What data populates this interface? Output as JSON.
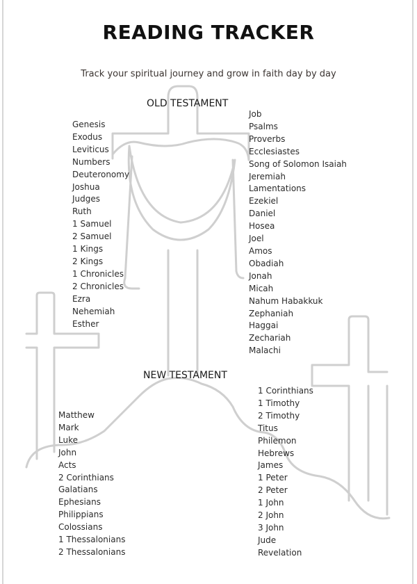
{
  "title": "READING TRACKER",
  "subtitle": "Track your spiritual journey and grow in faith day by day",
  "old_testament": {
    "heading": "OLD TESTAMENT",
    "left": [
      "Genesis",
      "Exodus",
      "Leviticus",
      "Numbers",
      "Deuteronomy",
      "Joshua",
      "Judges",
      "Ruth",
      "1 Samuel",
      "2 Samuel",
      "1 Kings",
      "2 Kings",
      "1 Chronicles",
      "2 Chronicles",
      "Ezra",
      "Nehemiah",
      "Esther"
    ],
    "right": [
      "Job",
      "Psalms",
      "Proverbs",
      "Ecclesiastes",
      "Song of Solomon Isaiah",
      "Jeremiah",
      "Lamentations",
      "Ezekiel",
      "Daniel",
      "Hosea",
      "Joel",
      "Amos",
      "Obadiah",
      "Jonah",
      "Micah",
      "Nahum Habakkuk",
      "Zephaniah",
      "Haggai",
      "Zechariah",
      "Malachi"
    ]
  },
  "new_testament": {
    "heading": "NEW TESTAMENT",
    "left": [
      "Matthew",
      "Mark",
      "Luke",
      "John",
      "Acts",
      "2 Corinthians",
      "Galatians",
      "Ephesians",
      "Philippians",
      "Colossians",
      "1 Thessalonians",
      "2 Thessalonians"
    ],
    "right": [
      "1 Corinthians",
      "1 Timothy",
      "2 Timothy",
      "Titus",
      "Philemon",
      "Hebrews",
      "James",
      "1 Peter",
      "2 Peter",
      "1 John",
      "2 John",
      "3 John",
      "Jude",
      "Revelation"
    ]
  }
}
